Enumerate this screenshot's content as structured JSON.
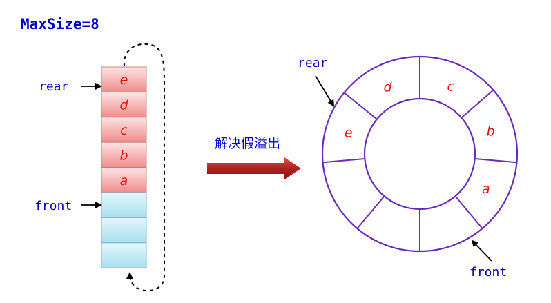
{
  "title": "MaxSize=8",
  "colors": {
    "title": "#0000cc",
    "label": "#0000aa",
    "cell_text": "#e01010",
    "filled_cell_fill": "#f4b0b0",
    "empty_cell_fill": "#b8e8f2",
    "ring_stroke": "#6a2bb8",
    "arrow_big": "#b02a2a"
  },
  "linear_queue": {
    "rear_label": "rear",
    "front_label": "front",
    "cells": [
      "e",
      "d",
      "c",
      "b",
      "a",
      "",
      "",
      ""
    ]
  },
  "transform_label": "解决假溢出",
  "circular_queue": {
    "rear_label": "rear",
    "front_label": "front",
    "segments": [
      "c",
      "b",
      "a",
      "",
      "",
      "",
      "e",
      "d"
    ]
  }
}
